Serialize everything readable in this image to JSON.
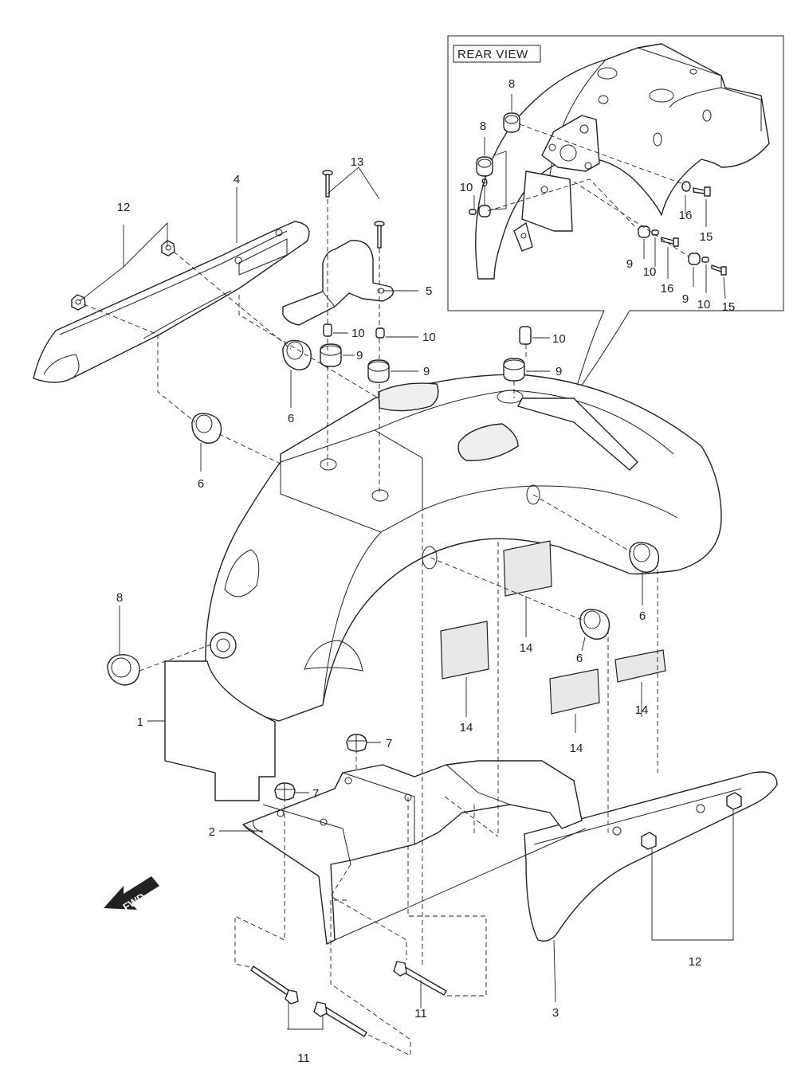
{
  "inset": {
    "title": "REAR VIEW"
  },
  "direction": {
    "label": "FWD"
  },
  "callouts": [
    {
      "id": "c1",
      "text": "1"
    },
    {
      "id": "c2",
      "text": "2"
    },
    {
      "id": "c3",
      "text": "3"
    },
    {
      "id": "c4",
      "text": "4"
    },
    {
      "id": "c5",
      "text": "5"
    },
    {
      "id": "c6a",
      "text": "6"
    },
    {
      "id": "c6b",
      "text": "6"
    },
    {
      "id": "c6c",
      "text": "6"
    },
    {
      "id": "c6d",
      "text": "6"
    },
    {
      "id": "c7a",
      "text": "7"
    },
    {
      "id": "c7b",
      "text": "7"
    },
    {
      "id": "c8a",
      "text": "8"
    },
    {
      "id": "c9a",
      "text": "9"
    },
    {
      "id": "c9b",
      "text": "9"
    },
    {
      "id": "c9c",
      "text": "9"
    },
    {
      "id": "c10a",
      "text": "10"
    },
    {
      "id": "c10b",
      "text": "10"
    },
    {
      "id": "c10c",
      "text": "10"
    },
    {
      "id": "c11a",
      "text": "11"
    },
    {
      "id": "c11b",
      "text": "11"
    },
    {
      "id": "c12a",
      "text": "12"
    },
    {
      "id": "c12b",
      "text": "12"
    },
    {
      "id": "c13",
      "text": "13"
    },
    {
      "id": "c14a",
      "text": "14"
    },
    {
      "id": "c14b",
      "text": "14"
    },
    {
      "id": "c14c",
      "text": "14"
    },
    {
      "id": "c14d",
      "text": "14"
    },
    {
      "id": "r8a",
      "text": "8"
    },
    {
      "id": "r8b",
      "text": "8"
    },
    {
      "id": "r9a",
      "text": "9"
    },
    {
      "id": "r9b",
      "text": "9"
    },
    {
      "id": "r9c",
      "text": "9"
    },
    {
      "id": "r10a",
      "text": "10"
    },
    {
      "id": "r10b",
      "text": "10"
    },
    {
      "id": "r10c",
      "text": "10"
    },
    {
      "id": "r15a",
      "text": "15"
    },
    {
      "id": "r15b",
      "text": "15"
    },
    {
      "id": "r16a",
      "text": "16"
    },
    {
      "id": "r16b",
      "text": "16"
    }
  ]
}
